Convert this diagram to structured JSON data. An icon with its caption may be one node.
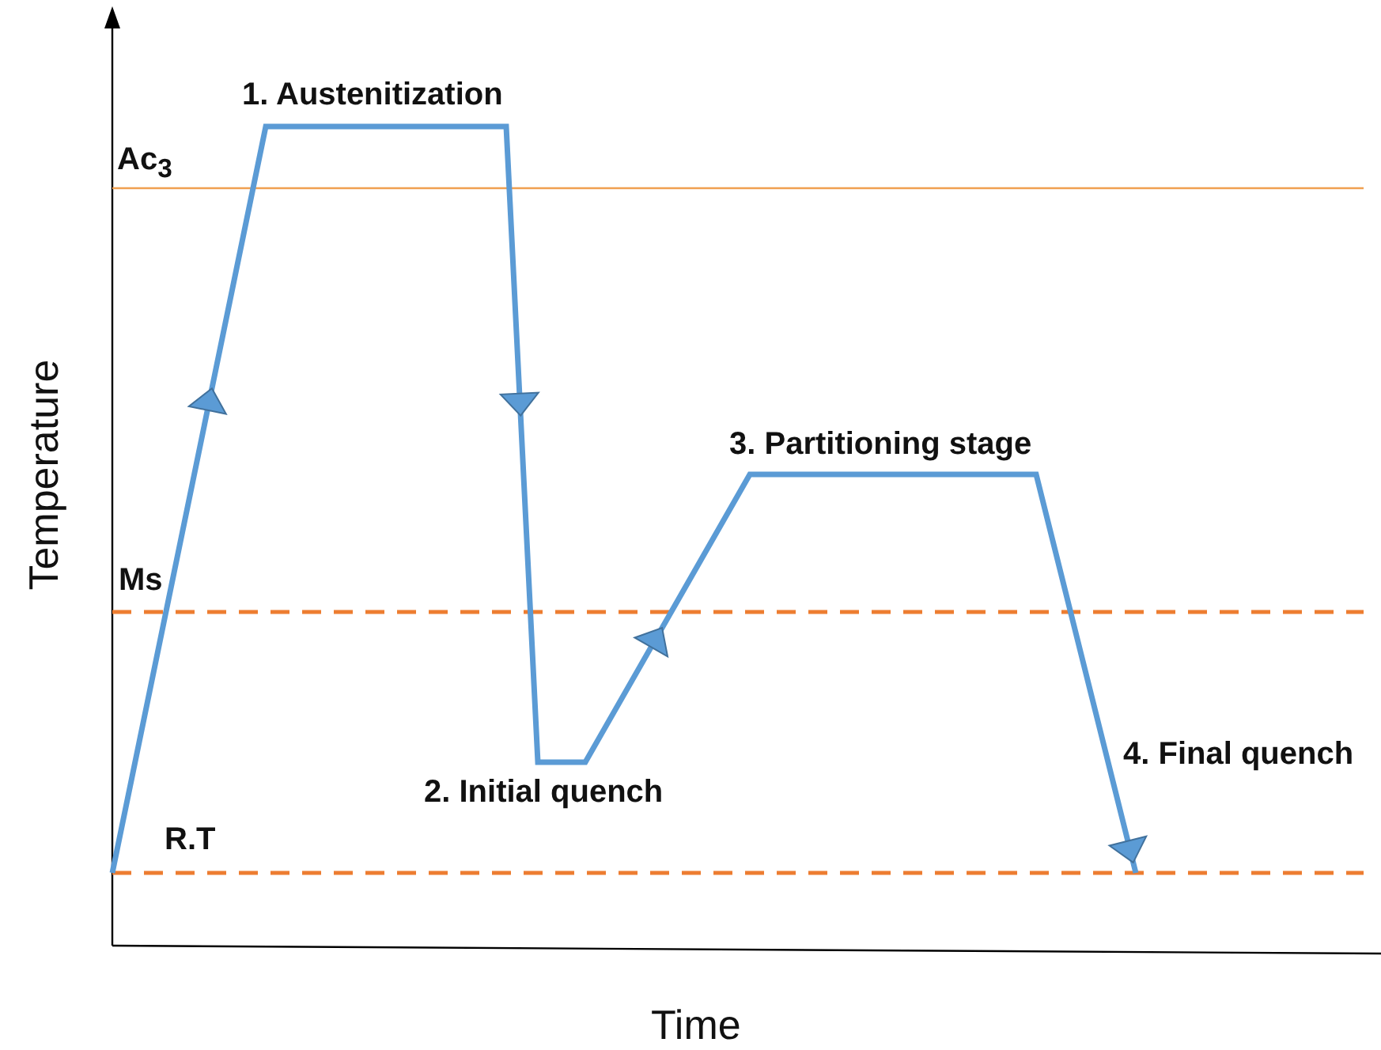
{
  "diagram": {
    "labels": [
      "1. Austenitization",
      "Ac$_{3}$",
      "3. Partitioning stage",
      "Ms",
      "2. Initial quench",
      "4. Final quench",
      "R.T",
      "Temperature",
      "Time"
    ]
  }
}
